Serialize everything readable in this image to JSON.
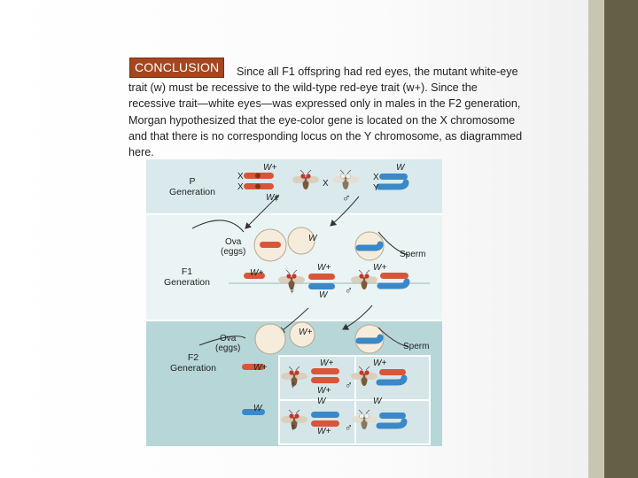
{
  "conclusion": {
    "badge": "CONCLUSION",
    "text": "Since all F1 offspring had red eyes, the mutant white-eye trait (w) must be recessive to the wild-type red-eye trait (w+). Since the recessive trait—white eyes—was expressed only in males in the F2 generation, Morgan hypothesized that the eye-color gene is located on the X chromosome and that there is no corresponding locus on the Y chromosome, as diagrammed here."
  },
  "diagram": {
    "p_generation": "P\nGeneration",
    "f1_generation": "F1\nGeneration",
    "f2_generation": "F2\nGeneration",
    "x": "X",
    "y": "Y",
    "wild_allele": "W+",
    "mutant_allele": "W",
    "ova": "Ova\n(eggs)",
    "sperm": "Sperm",
    "female": "♀",
    "male": "♂"
  },
  "colors": {
    "badge": "#a5461f",
    "panel_top": "#daeaec",
    "panel_bottom": "#b7d6d8",
    "x_chromosome_red": "#d9553a",
    "y_chromosome_blue": "#3b88c9",
    "right_band": "#655f48"
  }
}
